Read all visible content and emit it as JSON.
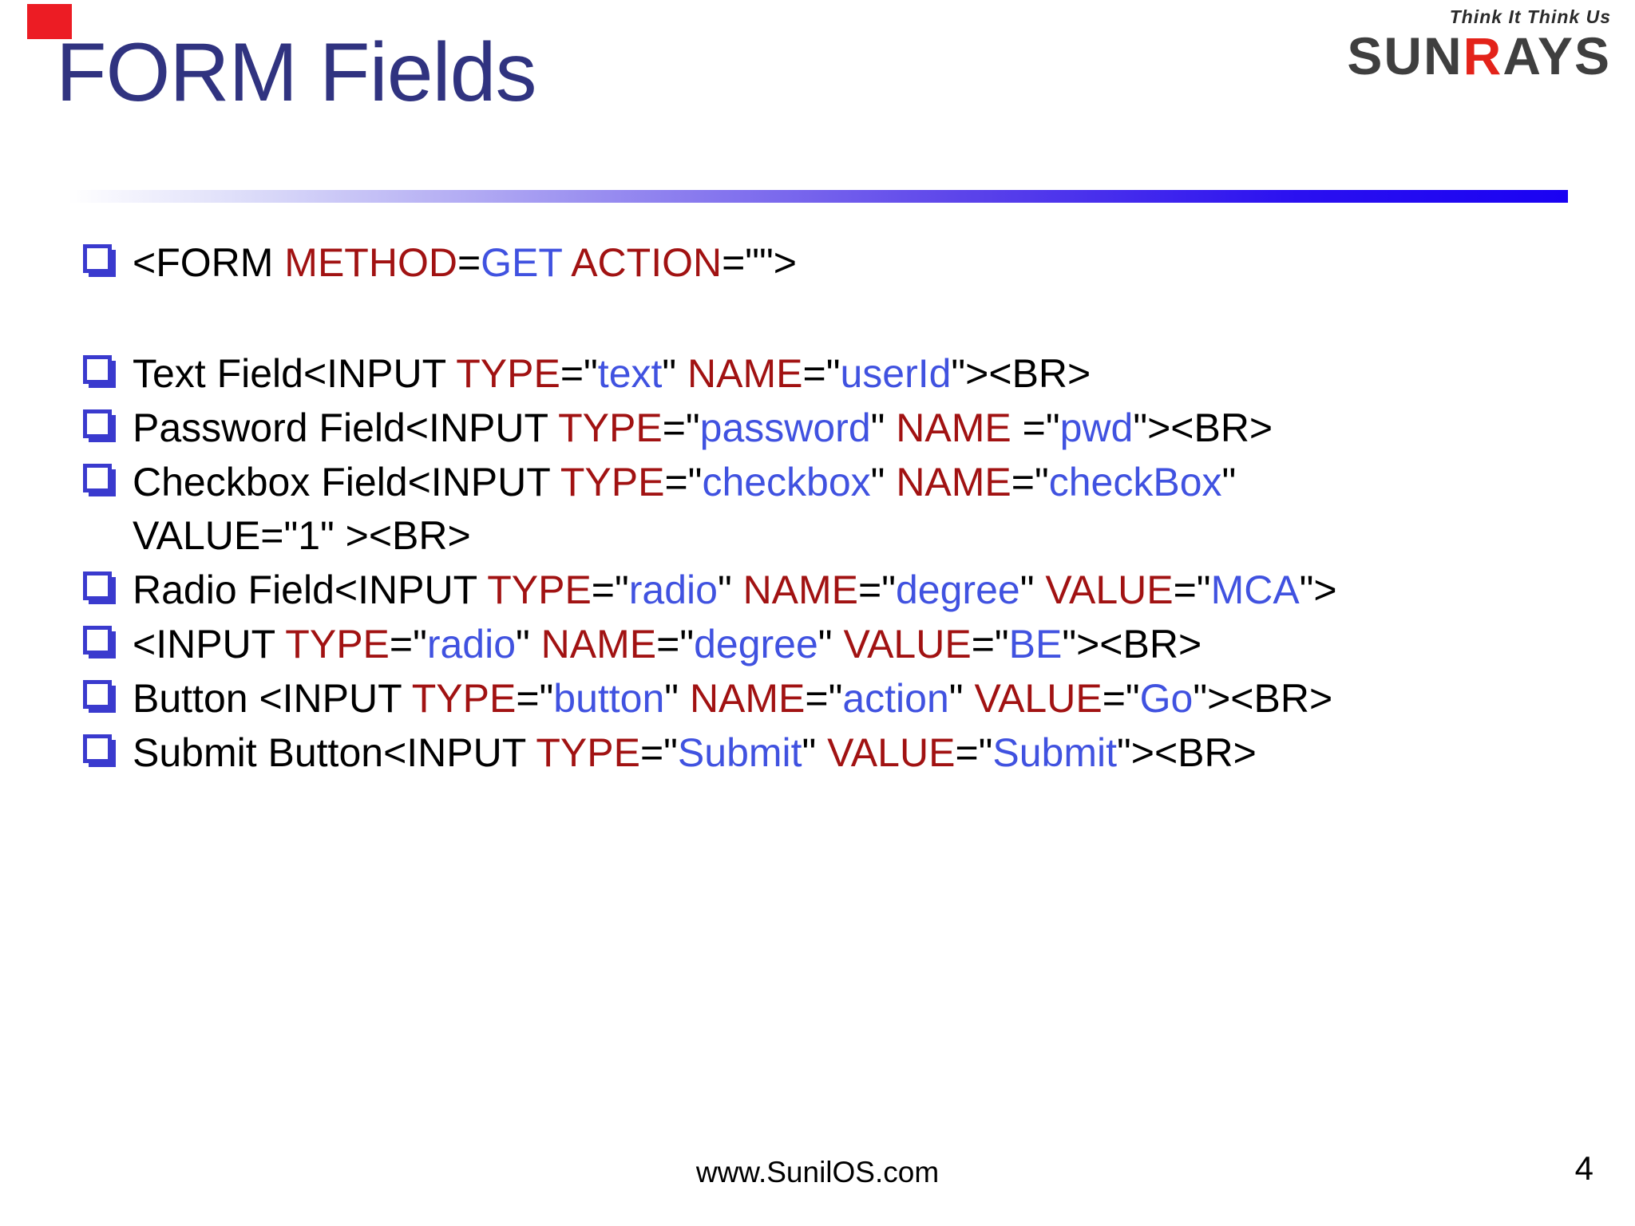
{
  "title": "FORM Fields",
  "logo": {
    "tagline": "Think It Think Us",
    "brand_prefix": "SUN",
    "brand_accent": "R",
    "brand_suffix": "AYS"
  },
  "colors": {
    "title_navy": "#303380",
    "code_black": "#000000",
    "code_red": "#a11212",
    "code_blue": "#4052e0",
    "bullet_blue": "#3a3ace",
    "rule_blue": "#1a02f2",
    "logo_gray": "#3f3f3f",
    "logo_red": "#e3231a",
    "corner_red": "#ec1c24"
  },
  "bullets": {
    "lines": [
      {
        "segments": [
          {
            "t": "<FORM ",
            "c": "k"
          },
          {
            "t": "METHOD",
            "c": "r"
          },
          {
            "t": "=",
            "c": "k"
          },
          {
            "t": "GET",
            "c": "b"
          },
          {
            "t": " ",
            "c": "k"
          },
          {
            "t": "ACTION",
            "c": "r"
          },
          {
            "t": "=\"\">",
            "c": "k"
          }
        ]
      },
      {
        "segments": [
          {
            "t": "Text Field<INPUT ",
            "c": "k"
          },
          {
            "t": "TYPE",
            "c": "r"
          },
          {
            "t": "=\"",
            "c": "k"
          },
          {
            "t": "text",
            "c": "b"
          },
          {
            "t": "\" ",
            "c": "k"
          },
          {
            "t": "NAME",
            "c": "r"
          },
          {
            "t": "=\"",
            "c": "k"
          },
          {
            "t": "userId",
            "c": "b"
          },
          {
            "t": "\"><BR>",
            "c": "k"
          }
        ]
      },
      {
        "segments": [
          {
            "t": "Password Field<INPUT ",
            "c": "k"
          },
          {
            "t": "TYPE",
            "c": "r"
          },
          {
            "t": "=\"",
            "c": "k"
          },
          {
            "t": "password",
            "c": "b"
          },
          {
            "t": "\" ",
            "c": "k"
          },
          {
            "t": "NAME ",
            "c": "r"
          },
          {
            "t": "=\"",
            "c": "k"
          },
          {
            "t": "pwd",
            "c": "b"
          },
          {
            "t": "\"><BR>",
            "c": "k"
          }
        ]
      },
      {
        "segments": [
          {
            "t": "Checkbox Field<INPUT ",
            "c": "k"
          },
          {
            "t": "TYPE",
            "c": "r"
          },
          {
            "t": "=\"",
            "c": "k"
          },
          {
            "t": "checkbox",
            "c": "b"
          },
          {
            "t": "\" ",
            "c": "k"
          },
          {
            "t": "NAME",
            "c": "r"
          },
          {
            "t": "=\"",
            "c": "k"
          },
          {
            "t": "checkBox",
            "c": "b"
          },
          {
            "t": "\"",
            "c": "k"
          },
          {
            "br": true
          },
          {
            "t": "VALUE=\"1\" ><BR>",
            "c": "k"
          }
        ]
      },
      {
        "segments": [
          {
            "t": "Radio Field<INPUT ",
            "c": "k"
          },
          {
            "t": "TYPE",
            "c": "r"
          },
          {
            "t": "=\"",
            "c": "k"
          },
          {
            "t": "radio",
            "c": "b"
          },
          {
            "t": "\" ",
            "c": "k"
          },
          {
            "t": "NAME",
            "c": "r"
          },
          {
            "t": "=\"",
            "c": "k"
          },
          {
            "t": "degree",
            "c": "b"
          },
          {
            "t": "\" ",
            "c": "k"
          },
          {
            "t": "VALUE",
            "c": "r"
          },
          {
            "t": "=\"",
            "c": "k"
          },
          {
            "t": "MCA",
            "c": "b"
          },
          {
            "t": "\">",
            "c": "k"
          }
        ]
      },
      {
        "segments": [
          {
            "t": "<INPUT ",
            "c": "k"
          },
          {
            "t": "TYPE",
            "c": "r"
          },
          {
            "t": "=\"",
            "c": "k"
          },
          {
            "t": "radio",
            "c": "b"
          },
          {
            "t": "\" ",
            "c": "k"
          },
          {
            "t": "NAME",
            "c": "r"
          },
          {
            "t": "=\"",
            "c": "k"
          },
          {
            "t": "degree",
            "c": "b"
          },
          {
            "t": "\" ",
            "c": "k"
          },
          {
            "t": "VALUE",
            "c": "r"
          },
          {
            "t": "=\"",
            "c": "k"
          },
          {
            "t": "BE",
            "c": "b"
          },
          {
            "t": "\"><BR>",
            "c": "k"
          }
        ]
      },
      {
        "segments": [
          {
            "t": "Button <INPUT ",
            "c": "k"
          },
          {
            "t": "TYPE",
            "c": "r"
          },
          {
            "t": "=\"",
            "c": "k"
          },
          {
            "t": "button",
            "c": "b"
          },
          {
            "t": "\" ",
            "c": "k"
          },
          {
            "t": "NAME",
            "c": "r"
          },
          {
            "t": "=\"",
            "c": "k"
          },
          {
            "t": "action",
            "c": "b"
          },
          {
            "t": "\" ",
            "c": "k"
          },
          {
            "t": "VALUE",
            "c": "r"
          },
          {
            "t": "=\"",
            "c": "k"
          },
          {
            "t": "Go",
            "c": "b"
          },
          {
            "t": "\"><BR>",
            "c": "k"
          }
        ]
      },
      {
        "segments": [
          {
            "t": "Submit Button<INPUT ",
            "c": "k"
          },
          {
            "t": "TYPE",
            "c": "r"
          },
          {
            "t": "=\"",
            "c": "k"
          },
          {
            "t": "Submit",
            "c": "b"
          },
          {
            "t": "\" ",
            "c": "k"
          },
          {
            "t": "VALUE",
            "c": "r"
          },
          {
            "t": "=\"",
            "c": "k"
          },
          {
            "t": "Submit",
            "c": "b"
          },
          {
            "t": "\"><BR>",
            "c": "k"
          }
        ]
      }
    ]
  },
  "footer": {
    "url": "www.SunilOS.com",
    "page_number": "4"
  }
}
